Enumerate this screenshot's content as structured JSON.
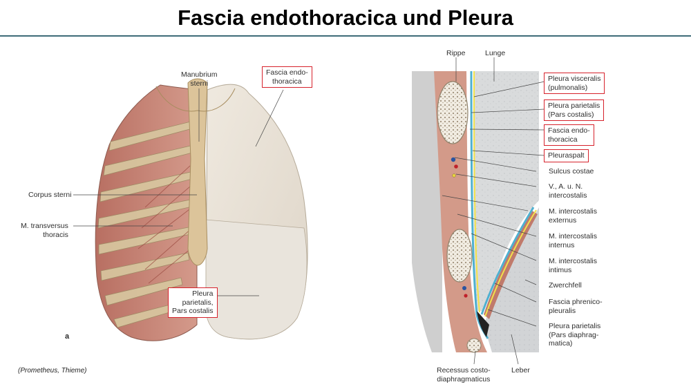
{
  "title": "Fascia endothoracica und Pleura",
  "source": "(Prometheus, Thieme)",
  "panel_a": {
    "letter": "a",
    "labels": {
      "manubrium": [
        "Manubrium",
        "sterni"
      ],
      "fascia_endo": [
        "Fascia endo-",
        "thoracica"
      ],
      "corpus_sterni": [
        "Corpus sterni"
      ],
      "transversus": [
        "M. transversus",
        "thoracis"
      ],
      "pleura_parietalis": [
        "Pleura",
        "parietalis,",
        "Pars costalis"
      ]
    }
  },
  "panel_b": {
    "top_labels": {
      "rippe": "Rippe",
      "lunge": "Lunge"
    },
    "labels": {
      "pleura_visceralis": [
        "Pleura visceralis",
        "(pulmonalis)"
      ],
      "pleura_parietalis_costalis": [
        "Pleura parietalis",
        "(Pars costalis)"
      ],
      "fascia_endo": [
        "Fascia endo-",
        "thoracica"
      ],
      "pleuraspalt": [
        "Pleuraspalt"
      ],
      "sulcus": [
        "Sulcus costae"
      ],
      "vessels": [
        "V., A. u. N.",
        "intercostalis"
      ],
      "ext": [
        "M. intercostalis",
        "externus"
      ],
      "int": [
        "M. intercostalis",
        "internus"
      ],
      "intimus": [
        "M. intercostalis",
        "intimus"
      ],
      "zwerchfell": [
        "Zwerchfell"
      ],
      "phrenico": [
        "Fascia phrenico-",
        "pleuralis"
      ],
      "diaphrag": [
        "Pleura parietalis",
        "(Pars diaphrag-",
        "matica)"
      ]
    },
    "bottom_labels": {
      "recessus": [
        "Recessus costo-",
        "diaphragmaticus"
      ],
      "leber": "Leber"
    }
  },
  "colors": {
    "highlight_box": "#d6202a",
    "title_rule": "#3d6b78",
    "muscle": "#c98a7a",
    "pleura_blue": "#4fb0d0",
    "fascia_yellow": "#f2e24a"
  }
}
